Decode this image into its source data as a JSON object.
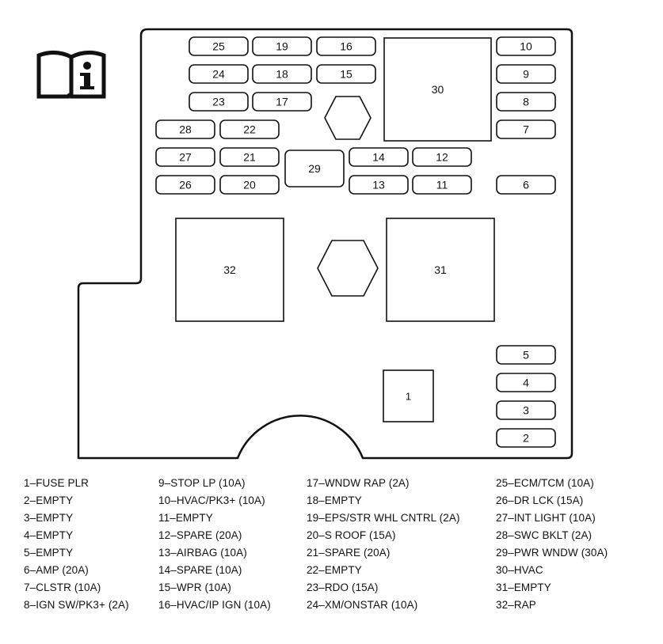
{
  "fuse_box": {
    "fuses": [
      {
        "id": "fuse-25",
        "label": "25"
      },
      {
        "id": "fuse-19",
        "label": "19"
      },
      {
        "id": "fuse-16",
        "label": "16"
      },
      {
        "id": "fuse-24",
        "label": "24"
      },
      {
        "id": "fuse-18",
        "label": "18"
      },
      {
        "id": "fuse-15",
        "label": "15"
      },
      {
        "id": "fuse-23",
        "label": "23"
      },
      {
        "id": "fuse-17",
        "label": "17"
      },
      {
        "id": "fuse-28",
        "label": "28"
      },
      {
        "id": "fuse-22",
        "label": "22"
      },
      {
        "id": "fuse-27",
        "label": "27"
      },
      {
        "id": "fuse-21",
        "label": "21"
      },
      {
        "id": "fuse-26",
        "label": "26"
      },
      {
        "id": "fuse-20",
        "label": "20"
      },
      {
        "id": "fuse-14",
        "label": "14"
      },
      {
        "id": "fuse-12",
        "label": "12"
      },
      {
        "id": "fuse-13",
        "label": "13"
      },
      {
        "id": "fuse-11",
        "label": "11"
      },
      {
        "id": "fuse-10",
        "label": "10"
      },
      {
        "id": "fuse-9",
        "label": "9"
      },
      {
        "id": "fuse-8",
        "label": "8"
      },
      {
        "id": "fuse-7",
        "label": "7"
      },
      {
        "id": "fuse-6",
        "label": "6"
      },
      {
        "id": "fuse-5",
        "label": "5"
      },
      {
        "id": "fuse-4",
        "label": "4"
      },
      {
        "id": "fuse-3",
        "label": "3"
      },
      {
        "id": "fuse-2",
        "label": "2"
      }
    ],
    "relays": [
      {
        "id": "relay-29",
        "label": "29"
      },
      {
        "id": "relay-30",
        "label": "30"
      },
      {
        "id": "relay-32",
        "label": "32"
      },
      {
        "id": "relay-31",
        "label": "31"
      },
      {
        "id": "relay-1",
        "label": "1"
      }
    ]
  },
  "legend": {
    "columns": [
      [
        "1–FUSE PLR",
        "2–EMPTY",
        "3–EMPTY",
        "4–EMPTY",
        "5–EMPTY",
        "6–AMP (20A)",
        "7–CLSTR (10A)",
        "8–IGN SW/PK3+ (2A)"
      ],
      [
        "9–STOP LP (10A)",
        "10–HVAC/PK3+ (10A)",
        "11–EMPTY",
        "12–SPARE (20A)",
        "13–AIRBAG (10A)",
        "14–SPARE (10A)",
        "15–WPR (10A)",
        "16–HVAC/IP IGN (10A)"
      ],
      [
        "17–WNDW RAP (2A)",
        "18–EMPTY",
        "19–EPS/STR WHL CNTRL (2A)",
        "20–S ROOF (15A)",
        "21–SPARE (20A)",
        "22–EMPTY",
        "23–RDO (15A)",
        "24–XM/ONSTAR (10A)"
      ],
      [
        "25–ECM/TCM (10A)",
        "26–DR LCK (15A)",
        "27–INT LIGHT (10A)",
        "28–SWC BKLT (2A)",
        "29–PWR WNDW (30A)",
        "30–HVAC",
        "31–EMPTY",
        "32–RAP"
      ]
    ]
  },
  "icon": "owner-manual-info-icon"
}
